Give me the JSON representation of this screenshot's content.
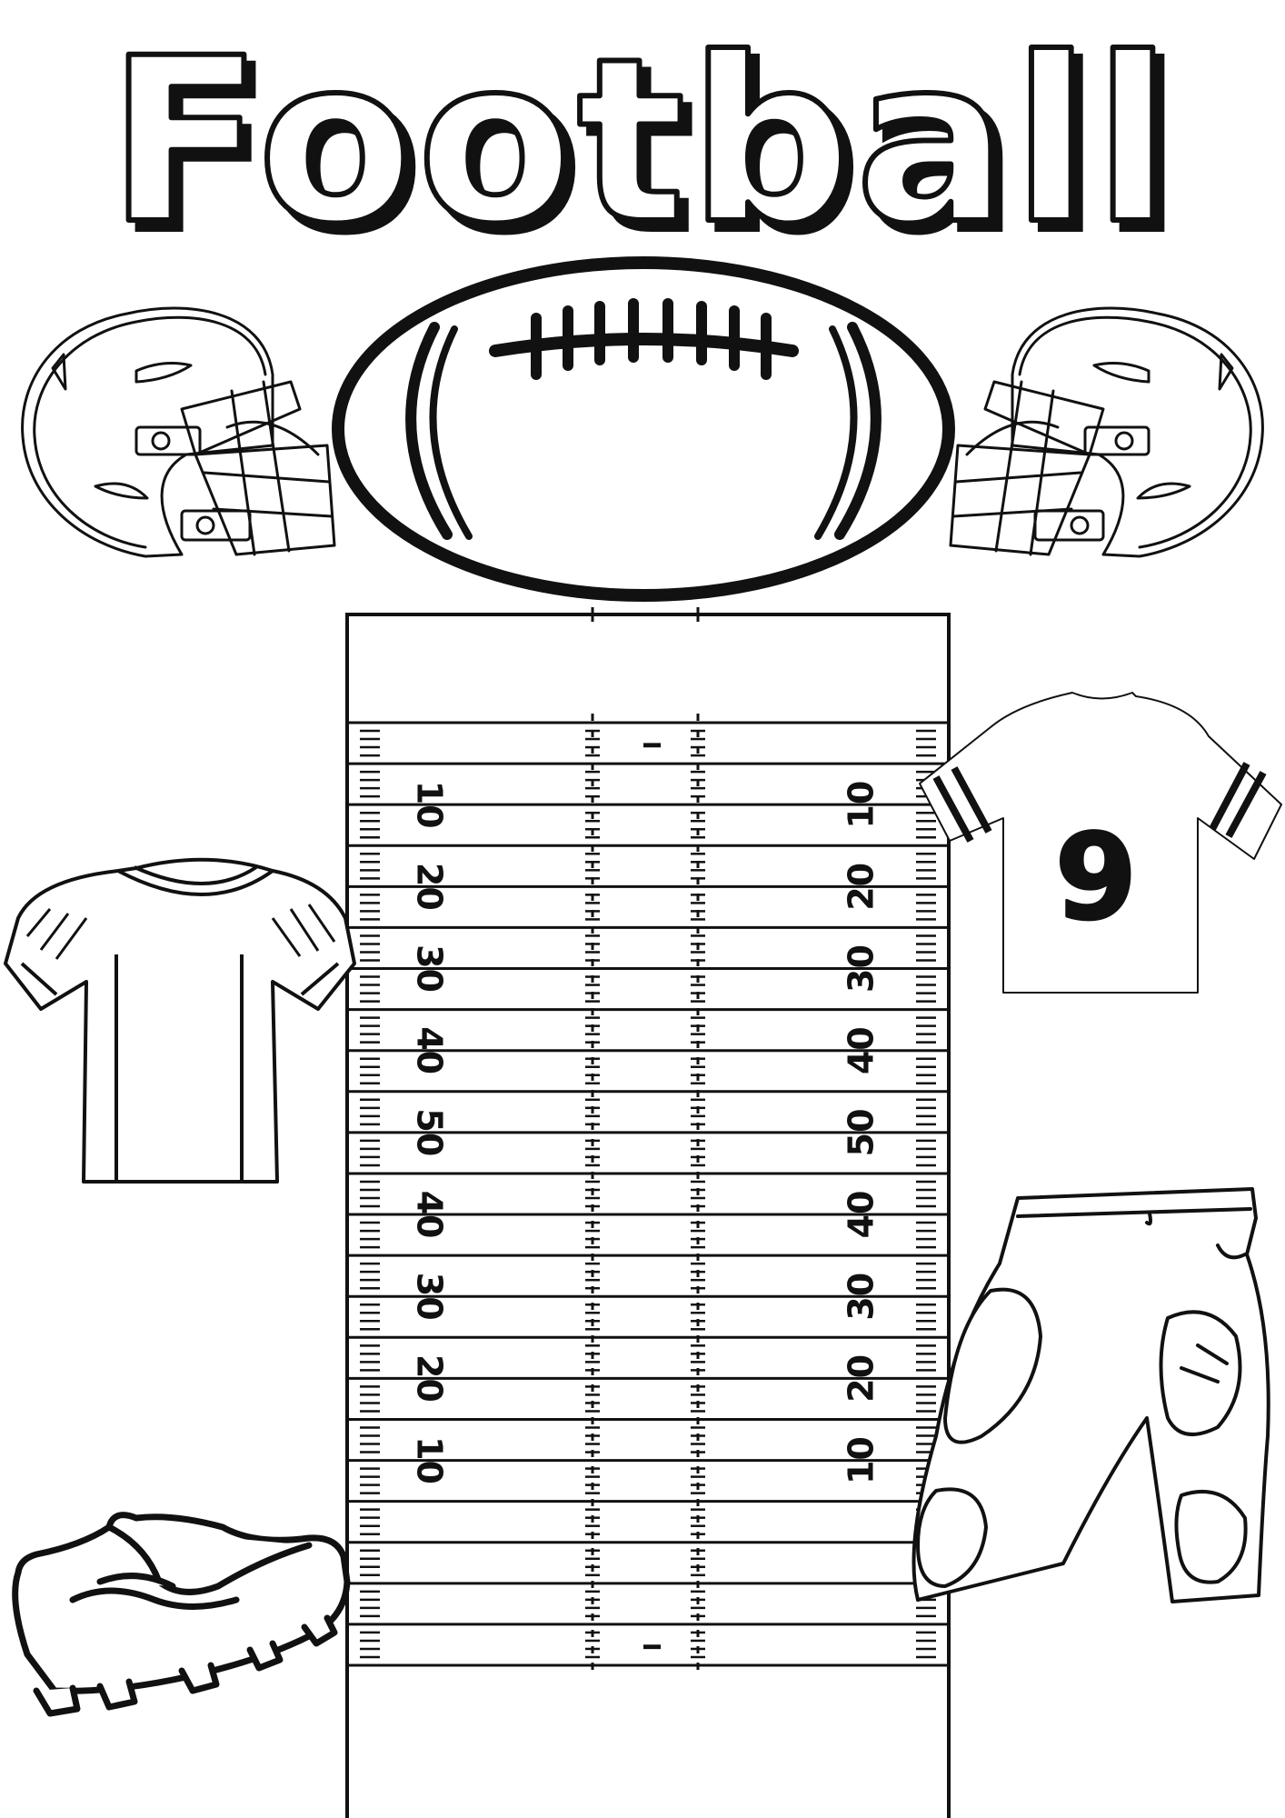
{
  "title": "Football",
  "colors": {
    "ink": "#111111",
    "paper": "#ffffff"
  },
  "jersey": {
    "number": "9"
  },
  "field": {
    "end_zone_mark": "I",
    "yard_numbers": [
      "10",
      "20",
      "30",
      "40",
      "50",
      "40",
      "30",
      "20",
      "10"
    ]
  },
  "icons": [
    "football-icon",
    "helmet-icon",
    "jersey-icon",
    "pants-icon",
    "cleat-icon"
  ]
}
